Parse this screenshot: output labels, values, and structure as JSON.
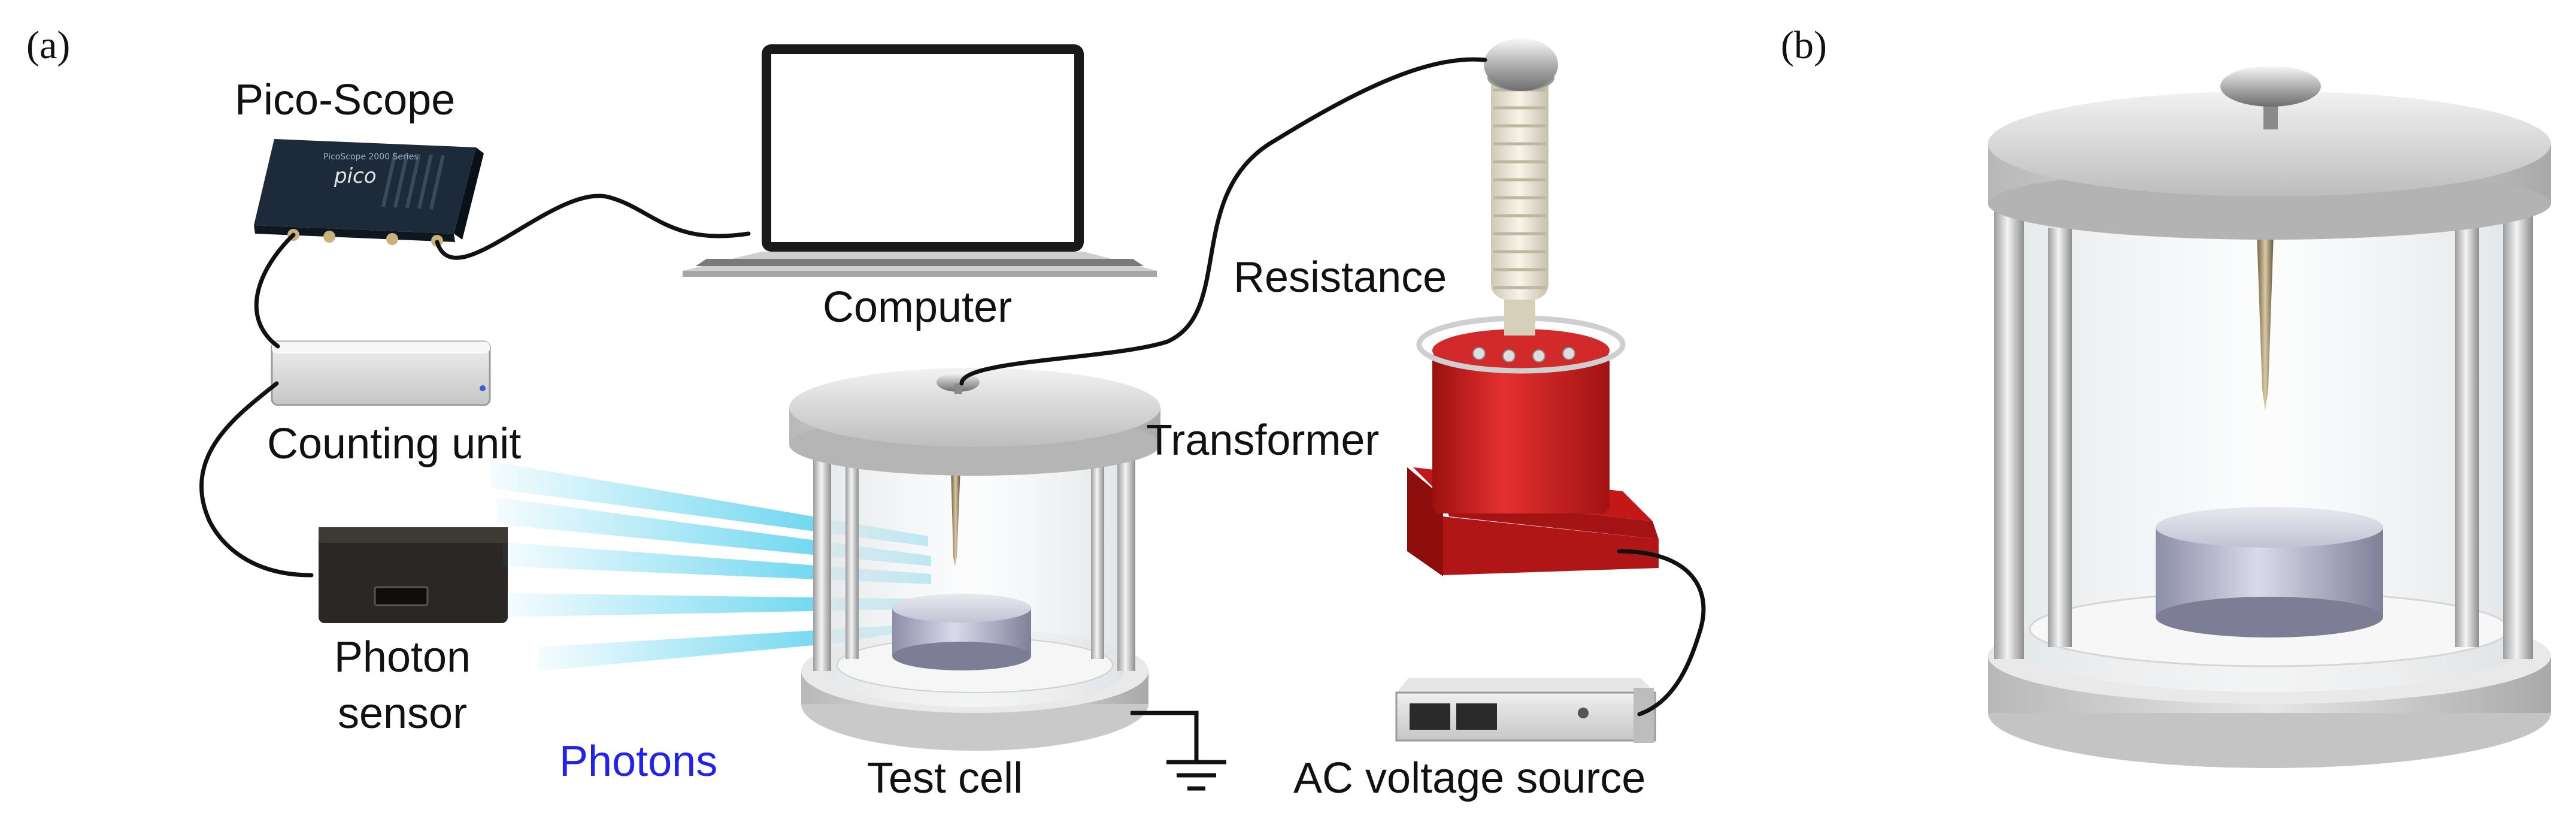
{
  "panels": {
    "a": "(a)",
    "b": "(b)"
  },
  "labels": {
    "pico_scope": "Pico-Scope",
    "computer": "Computer",
    "resistance": "Resistance",
    "transformer": "Transformer",
    "counting_unit": "Counting unit",
    "photon_sensor_line1": "Photon",
    "photon_sensor_line2": "sensor",
    "photons": "Photons",
    "test_cell": "Test cell",
    "ac_voltage_source": "AC voltage source"
  },
  "device_text": {
    "pico_brand": "pico",
    "pico_series": "PicoScope 2000 Series"
  },
  "colors": {
    "photons_text": "#2222ee",
    "photon_beam": "#38c8ea",
    "transformer_red": "#d21e1e",
    "cable": "#111111",
    "bushing": "#eeeadc"
  }
}
